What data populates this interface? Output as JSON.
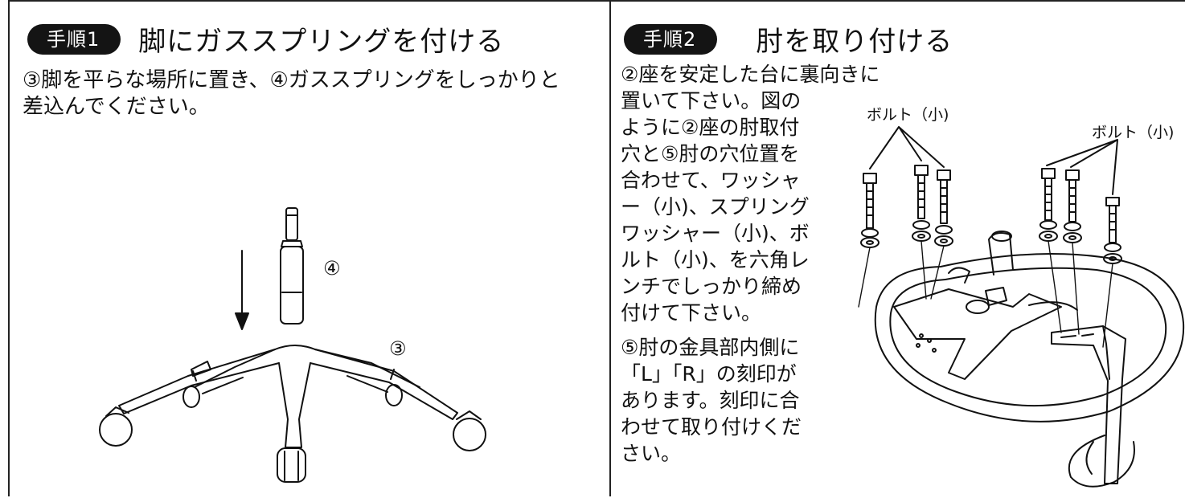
{
  "step1": {
    "badge": "手順1",
    "title": "脚にガススプリングを付ける",
    "instruction_lines": [
      "③脚を平らな場所に置き、④ガススプリングをしっかりと",
      "差込んでください。"
    ],
    "label_gas_spring": "④",
    "label_base": "③"
  },
  "step2": {
    "badge": "手順2",
    "title": "肘を取り付ける",
    "instruction_lines": [
      "②座を安定した台に裏向きに",
      "置いて下さい。図の",
      "ように②座の肘取付",
      "穴と⑤肘の穴位置を",
      "合わせて、ワッシャ",
      "ー（小)、スプリング",
      "ワッシャー（小)、ボ",
      "ルト（小)、を六角レ",
      "ンチでしっかり締め",
      "付けて下さい。"
    ],
    "note_lines": [
      "⑤肘の金具部内側に",
      "「L」「R」の刻印が",
      "あります。刻印に合",
      "わせて取り付けくだ",
      "さい。"
    ],
    "bolt_label_left": "ボルト（小)",
    "bolt_label_right": "ボルト（小)"
  }
}
